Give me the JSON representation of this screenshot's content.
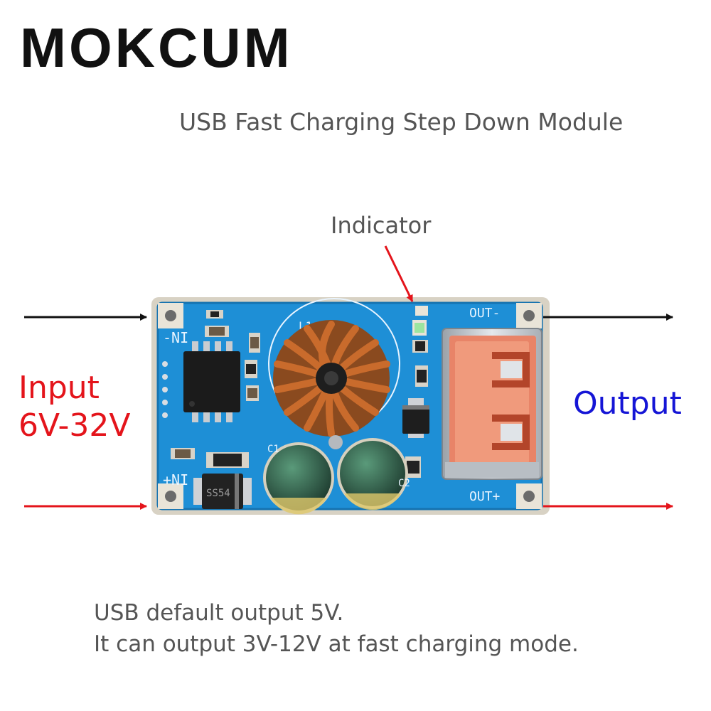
{
  "brand": "MOKCUM",
  "subtitle": "USB Fast Charging Step Down Module",
  "labels": {
    "indicator": "Indicator",
    "input": "Input",
    "input_range": "6V-32V",
    "output": "Output"
  },
  "notes": [
    "USB default output 5V.",
    "It can output 3V-12V at fast charging mode."
  ],
  "board_silkscreen": {
    "in_neg": "-NI",
    "in_pos": "+NI",
    "out_neg": "OUT-",
    "out_pos": "OUT+",
    "inductor_ref": "L1",
    "diode_marking": "SS54",
    "cap1_ref": "C1",
    "cap2_ref": "C2"
  },
  "colors": {
    "input_arrow": "#e4141b",
    "neg_arrow": "#111111",
    "output_text": "#1515d6",
    "pcb": "#1e8fd6"
  }
}
